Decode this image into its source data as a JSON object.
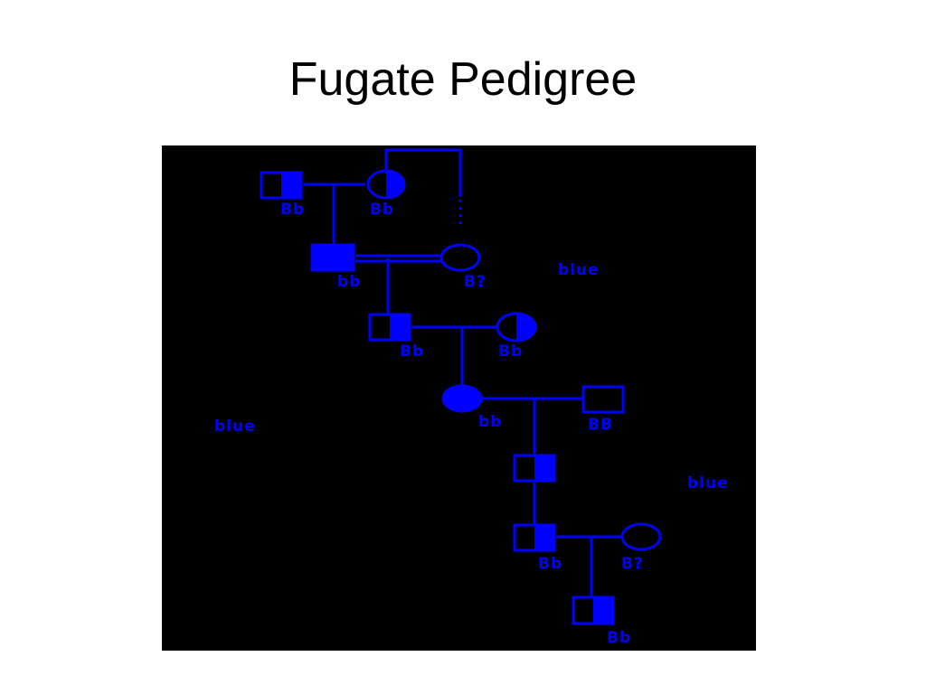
{
  "slide": {
    "title": "Fugate Pedigree"
  },
  "colors": {
    "background": "#000000",
    "symbol": "#0000ff",
    "title": "#000000"
  },
  "pedigree": {
    "individuals": [
      {
        "id": "g1-male",
        "sex": "male",
        "status": "carrier",
        "genotype": "Bb"
      },
      {
        "id": "g1-female",
        "sex": "female",
        "status": "carrier",
        "genotype": "Bb"
      },
      {
        "id": "g2-male",
        "sex": "male",
        "status": "affected",
        "genotype": "bb"
      },
      {
        "id": "g2-female",
        "sex": "female",
        "status": "unaffected",
        "genotype": "B?"
      },
      {
        "id": "g3-male",
        "sex": "male",
        "status": "carrier",
        "genotype": "Bb"
      },
      {
        "id": "g3-female",
        "sex": "female",
        "status": "carrier",
        "genotype": "Bb"
      },
      {
        "id": "g4-female",
        "sex": "female",
        "status": "affected",
        "genotype": "bb"
      },
      {
        "id": "g4-male",
        "sex": "male",
        "status": "unaffected",
        "genotype": "BB"
      },
      {
        "id": "g5-male",
        "sex": "male",
        "status": "carrier",
        "genotype": ""
      },
      {
        "id": "g6-male",
        "sex": "male",
        "status": "carrier",
        "genotype": "Bb"
      },
      {
        "id": "g6-female",
        "sex": "female",
        "status": "unaffected",
        "genotype": "B?"
      },
      {
        "id": "g7-male",
        "sex": "male",
        "status": "carrier",
        "genotype": "Bb"
      }
    ],
    "notes": [
      "blue",
      "blue",
      "blue"
    ]
  }
}
